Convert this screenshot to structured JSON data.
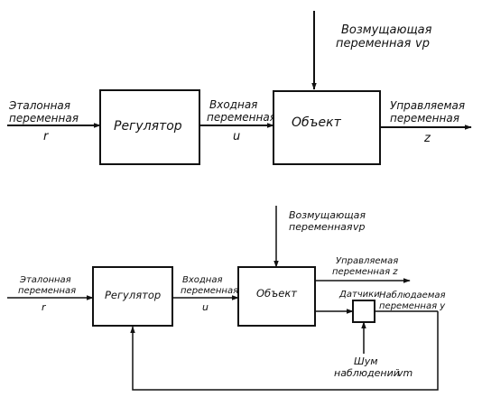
{
  "top_diagram": {
    "disturbance_label_line1": "Возмущающая",
    "disturbance_label_line2": "переменная",
    "disturbance_symbol": "vp",
    "reference_label_line1": "Эталонная",
    "reference_label_line2": "переменная",
    "reference_symbol": "r",
    "controller_label": "Регулятор",
    "input_label_line1": "Входная",
    "input_label_line2": "переменная",
    "input_symbol": "u",
    "object_label": "Объект",
    "output_label_line1": "Управляемая",
    "output_label_line2": "переменная",
    "output_symbol": "z"
  },
  "bottom_diagram": {
    "disturbance_label_line1": "Возмущающая",
    "disturbance_label_line2": "переменная",
    "disturbance_symbol": "vp",
    "reference_label_line1": "Эталонная",
    "reference_label_line2": "переменная",
    "reference_symbol": "r",
    "controller_label": "Регулятор",
    "input_label_line1": "Входная",
    "input_label_line2": "переменная",
    "input_symbol": "u",
    "object_label": "Объект",
    "output_label_line1": "Управляемая",
    "output_label_line2": "переменная z",
    "sensors_label": "Датчики",
    "observed_label_line1": "Наблюдаемая",
    "observed_label_line2": "переменная y",
    "noise_label_line1": "Шум",
    "noise_label_line2": "наблюдений",
    "noise_symbol": "vm"
  }
}
